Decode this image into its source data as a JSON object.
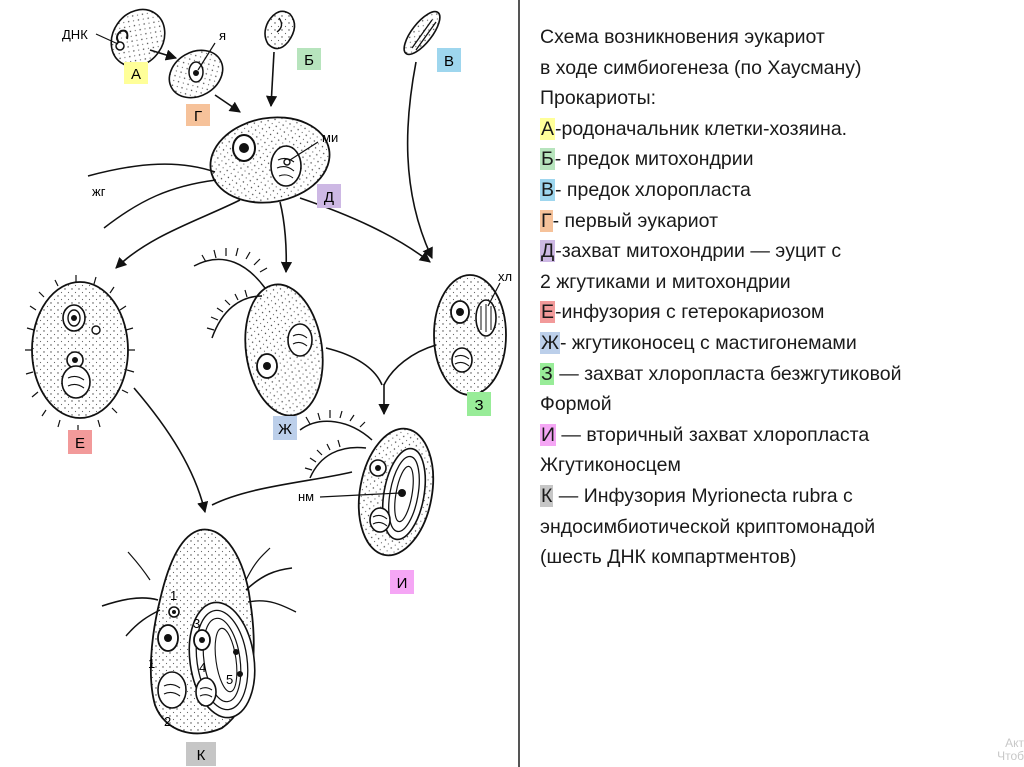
{
  "colors": {
    "A": "#ffff99",
    "B": "#b7e4bd",
    "V": "#9ed6ee",
    "G": "#f6c29a",
    "D": "#cdb8e4",
    "E": "#f29a9a",
    "Zh": "#bccfea",
    "Z": "#98ec98",
    "I": "#f5a6f5",
    "K": "#c6c6c6"
  },
  "diagram": {
    "labels": {
      "dnk": "ДНК",
      "ya": "я",
      "mi": "ми",
      "zhg": "жг",
      "khl": "хл",
      "nm": "нм",
      "n1a": "1",
      "n1b": "1",
      "n2": "2",
      "n3": "3",
      "n4": "4",
      "n5": "5"
    },
    "badges": {
      "A": "А",
      "B": "Б",
      "V": "В",
      "G": "Г",
      "D": "Д",
      "E": "Е",
      "Zh": "Ж",
      "Z": "З",
      "I": "И",
      "K": "К"
    }
  },
  "legend": {
    "title1": "Схема возникновения эукариот",
    "title2": "в ходе симбиогенеза (по Хаусману)",
    "title3": "Прокариоты:",
    "items": [
      {
        "key": "А",
        "text": "-родоначальник клетки-хозяина."
      },
      {
        "key": "Б",
        "text": "- предок митохондрии"
      },
      {
        "key": "В",
        "text": "- предок хлоропласта"
      },
      {
        "key": "Г",
        "text": "- первый эукариот"
      },
      {
        "key": "Д",
        "text": "-захват митохондрии — эуцит с"
      },
      {
        "key": "",
        "text": "2 жгутиками и митохондрии"
      },
      {
        "key": "Е",
        "text": "-инфузория с гетерокариозом"
      },
      {
        "key": "Ж",
        "text": "- жгутиконосец с мастигонемами"
      },
      {
        "key": "З",
        "text": " — захват хлоропласта безжгутиковой"
      },
      {
        "key": "",
        "text": "Формой"
      },
      {
        "key": "И",
        "text": " — вторичный захват хлоропласта"
      },
      {
        "key": "",
        "text": "Жгутиконосцем"
      },
      {
        "key": "К",
        "text": " — Инфузория Myrionecta rubra с"
      },
      {
        "key": "",
        "text": "эндосимбиотической криптомонадой"
      },
      {
        "key": "",
        "text": "(шесть ДНК компартментов)"
      }
    ]
  },
  "watermark": {
    "line1": "Акт",
    "line2": "Чтоб"
  }
}
